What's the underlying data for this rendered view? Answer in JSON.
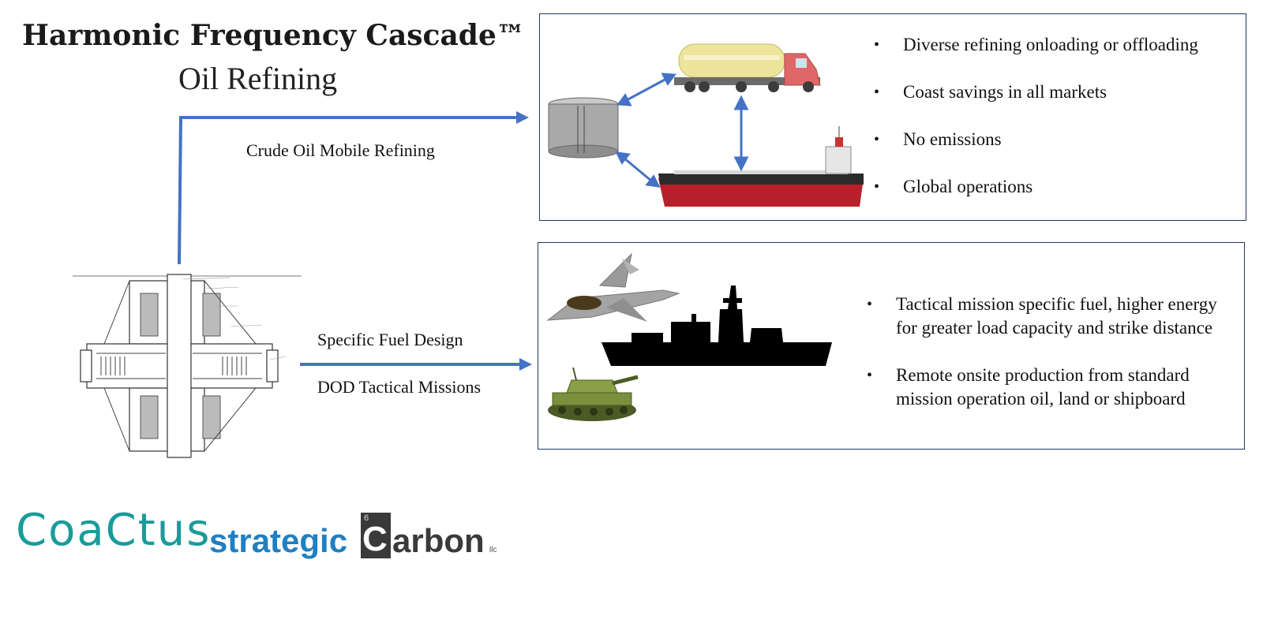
{
  "title": {
    "main": "Harmonic Frequency Cascade™",
    "sub": "Oil Refining"
  },
  "labels": {
    "crude_oil": "Crude Oil Mobile Refining",
    "specific_fuel": "Specific Fuel Design",
    "dod": "DOD Tactical Missions"
  },
  "refining_panel": {
    "bullets": [
      "Diverse refining onloading or offloading",
      "Coast savings in all markets",
      "No emissions",
      "Global operations"
    ]
  },
  "tactical_panel": {
    "bullets": [
      "Tactical mission specific fuel, higher energy for greater load capacity and strike distance",
      "Remote onsite production from standard mission operation oil, land or shipboard"
    ]
  },
  "logos": {
    "coactus": "CoaCtus",
    "strategic": "strategic",
    "carbon_number": "6",
    "carbon_letter": "C",
    "carbon_rest": "arbon",
    "llc": "llc"
  },
  "colors": {
    "arrow_blue": "#4472c4",
    "panel_border": "#1f3864",
    "coactus_teal": "#1a9b9b",
    "strategic_blue": "#1f7fc3"
  },
  "icons": [
    "storage-tank-icon",
    "tanker-truck-icon",
    "tanker-ship-icon",
    "fighter-jet-icon",
    "warship-silhouette-icon",
    "tank-icon",
    "reactor-schematic"
  ]
}
